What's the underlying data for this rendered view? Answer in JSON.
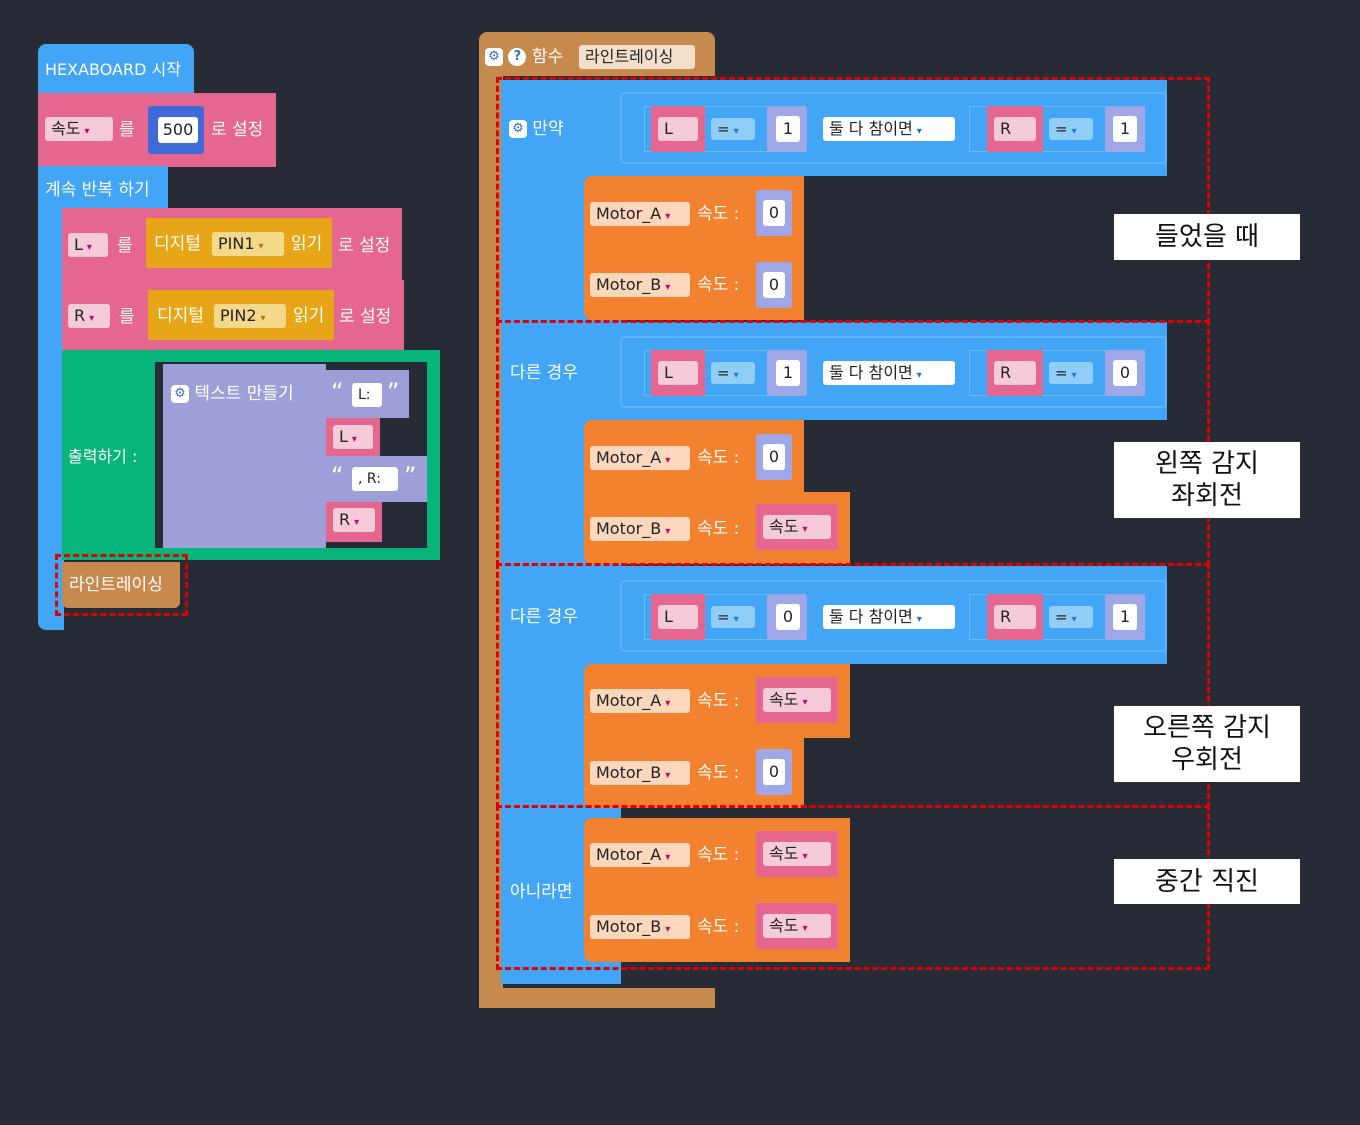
{
  "main": {
    "start_label": "HEXABOARD 시작",
    "set_speed": {
      "var": "속도",
      "particle": "를",
      "value": "500",
      "suffix": "로 설정"
    },
    "loop_label": "계속 반복 하기",
    "set_L": {
      "var": "L",
      "particle": "를",
      "digital": "디지털",
      "pin": "PIN1",
      "read": "읽기",
      "suffix": "로 설정"
    },
    "set_R": {
      "var": "R",
      "particle": "를",
      "digital": "디지털",
      "pin": "PIN2",
      "read": "읽기",
      "suffix": "로 설정"
    },
    "print_label": "출력하기 :",
    "make_text": "텍스트 만들기",
    "text1": "L:",
    "var1": "L",
    "text2": ", R:",
    "var2": "R",
    "call_label": "라인트레이싱",
    "quote_open": "“",
    "quote_close": "”"
  },
  "func": {
    "prefix": "함수",
    "name": "라인트레이싱",
    "if_label": "만약",
    "elseif_label": "다른 경우",
    "else_label": "아니라면",
    "and_label": "둘 다 참이면",
    "eq": "=",
    "speed_label": "속도 :",
    "motor_a": "Motor_A",
    "motor_b": "Motor_B",
    "var_L": "L",
    "var_R": "R",
    "speed_var": "속도",
    "cond1": {
      "l_val": "1",
      "r_val": "1"
    },
    "cond2": {
      "l_val": "1",
      "r_val": "0"
    },
    "cond3": {
      "l_val": "0",
      "r_val": "1"
    },
    "b1": {
      "a": "0",
      "b": "0"
    },
    "b2": {
      "a": "0",
      "b": "속도"
    },
    "b3": {
      "a": "속도",
      "b": "0"
    },
    "b4": {
      "a": "속도",
      "b": "속도"
    }
  },
  "notes": {
    "n1": "들었을 때",
    "n2_l1": "왼쪽 감지",
    "n2_l2": "좌회전",
    "n3_l1": "오른쪽 감지",
    "n3_l2": "우회전",
    "n4": "중간 직진"
  }
}
